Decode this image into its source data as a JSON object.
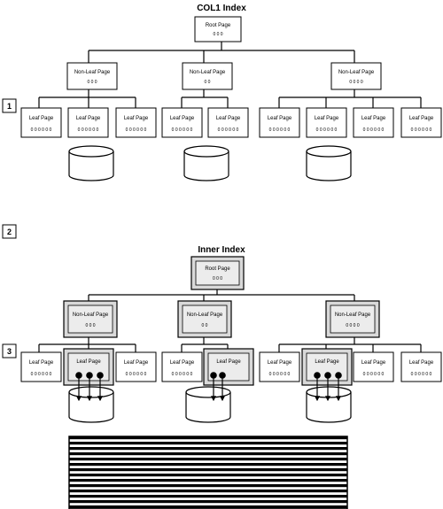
{
  "titles": {
    "top": "COL1 Index",
    "bottom": "Inner Index"
  },
  "markers": [
    "1",
    "2",
    "3"
  ],
  "pages": {
    "root_label": "Root Page",
    "nonleaf_label": "Non-Leaf Page",
    "leaf_label": "Leaf Page"
  },
  "keys": {
    "root": "0 0 0",
    "nonleaf": [
      "0 0 0",
      "0 0",
      "0 0 0 0"
    ],
    "leaf": "0 0 0 0 0 0"
  },
  "colors": {
    "highlight_fill": "#e0e0e0",
    "stroke": "#000000"
  }
}
